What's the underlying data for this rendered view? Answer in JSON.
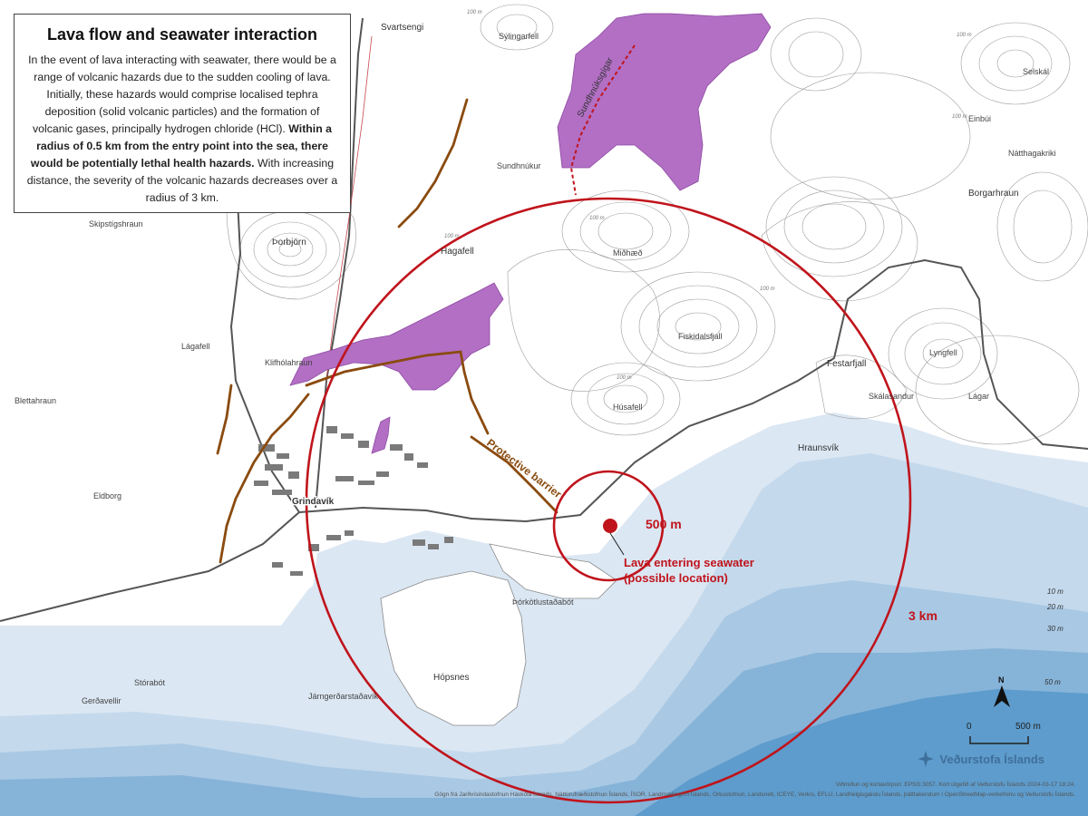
{
  "info_box": {
    "title": "Lava flow and seawater interaction",
    "body_1": "In the event of lava interacting with seawater, there would be a range of volcanic hazards due to the sudden cooling of lava. Initially, these hazards would comprise localised tephra deposition (solid volcanic particles) and the formation of volcanic gases, principally hydrogen chloride (HCl).",
    "body_bold": "Within a radius of 0.5 km from the entry point into the sea, there would be potentially lethal health hazards.",
    "body_2": "With increasing distance, the severity of the volcanic hazards decreases over a radius of 3 km."
  },
  "hazard": {
    "radius_small_label": "500 m",
    "radius_large_label": "3 km",
    "entry_label_line1": "Lava entering seawater",
    "entry_label_line2": "(possible location)",
    "barrier_label": "Protective barrier",
    "fissure_label": "Sundhnúksgígar"
  },
  "places": {
    "grindavik": "Grindavík",
    "svartsengi": "Svartsengi",
    "sylingarfell": "Sýlingarfell",
    "sundhnukur": "Sundhnúkur",
    "hagafell": "Hagafell",
    "thorbjorn": "Þorbjörn",
    "skipstigshraun": "Skipstígshraun",
    "lagafell_w": "Lágafell",
    "klifholahraun": "Klifhólahraun",
    "blettahraun": "Blettahraun",
    "eldborg": "Eldborg",
    "midhaed": "Miðhæð",
    "fiskidalsfjall": "Fiskidalsfjall",
    "husafell": "Húsafell",
    "festarfjall": "Festarfjall",
    "lyngfell": "Lyngfell",
    "skalasandur": "Skálasandur",
    "lagar": "Lágar",
    "selskal": "Selskál",
    "einbui": "Einbúi",
    "natthagakriki": "Nátthagakriki",
    "borgarhraun": "Borgarhraun",
    "hraunsvik": "Hraunsvík",
    "thorkotlustadabot": "Þórkötlustaðabót",
    "hopsnes": "Hópsnes",
    "jarngerdarstadavik": "Járngerðarstaðavík",
    "storabot": "Stórabót",
    "gerdavellir": "Gerðavellir"
  },
  "depth_labels": [
    "10 m",
    "20 m",
    "30 m",
    "50 m"
  ],
  "contour_label": "100 m",
  "north_label": "N",
  "scale_bar": {
    "left_label": "0",
    "right_label": "500 m"
  },
  "logo_text": "Veðurstofa Íslands",
  "credits": {
    "line1": "Viðmiðun og kortavörpun: EPSG:3057. Kort útgefið af Veðurstofu Íslands 2024-03-17 18:24.",
    "line2": "Gögn frá Jarðvísindastofnun Háskóla Íslands, Náttúrufræðistofnun Íslands, ÍSOR, Landmælingum Íslands, Orkustofnun, Landsneti, ICEYE, Verkís, EFLU, Landhelgisgæslu Íslands, þátttakendum í OpenStreetMap-verkefninu og Veðurstofu Íslands."
  },
  "colors": {
    "lava": "#b26fc4",
    "hazard_red": "#c0141c",
    "barrier_brown": "#8a4b0f",
    "sea_shallow": "#dbe7f3",
    "sea_mid": "#a9c8e3",
    "sea_deep": "#5d9ccc"
  }
}
